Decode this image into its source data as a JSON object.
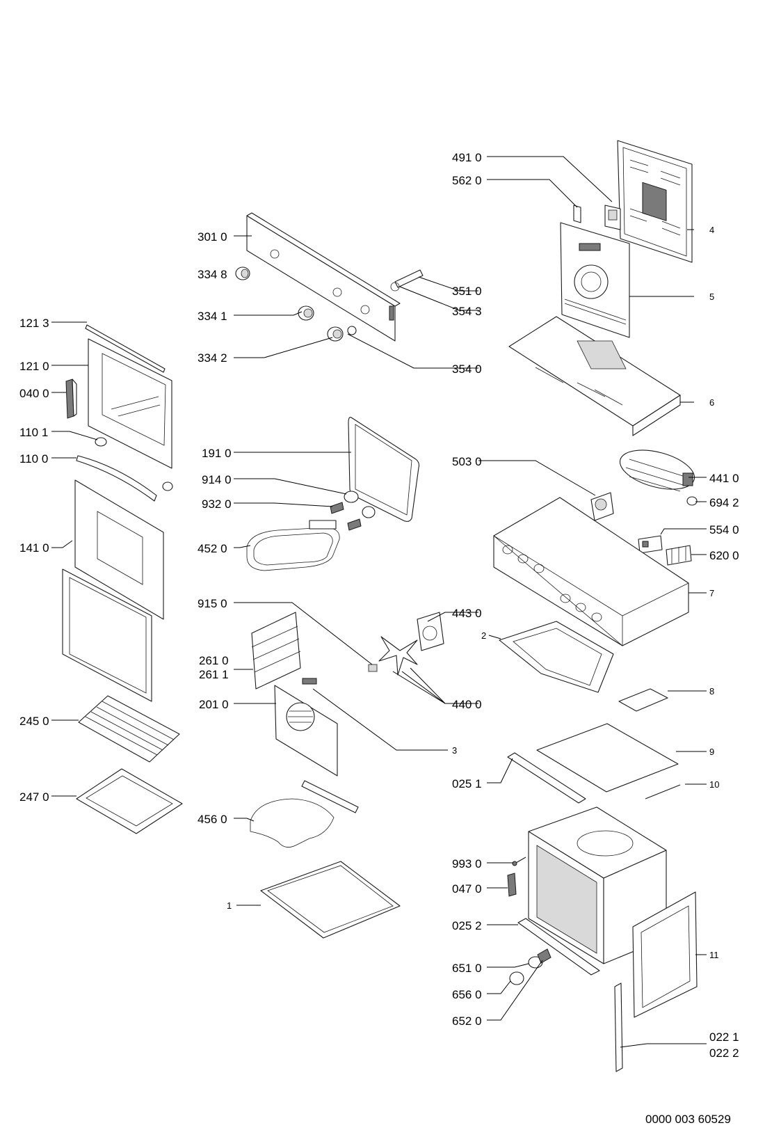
{
  "document_number": "0000 003 60529",
  "part_numbers": {
    "p4910": "491 0",
    "p5620": "562 0",
    "p4": "4",
    "p5": "5",
    "p6": "6",
    "p3010": "301 0",
    "p3348": "334 8",
    "p3341": "334 1",
    "p3342": "334 2",
    "p3510": "351 0",
    "p3543": "354 3",
    "p3540": "354 0",
    "p1213": "121 3",
    "p1210": "121 0",
    "p0400": "040 0",
    "p1101": "110 1",
    "p1100": "110 0",
    "p1410": "141 0",
    "p1910": "191 0",
    "p9140": "914 0",
    "p9320": "932 0",
    "p4520": "452 0",
    "p5030": "503 0",
    "p4410": "441 0",
    "p6942": "694 2",
    "p5540": "554 0",
    "p6200": "620 0",
    "p7": "7",
    "p9150": "915 0",
    "p4430": "443 0",
    "p2610": "261 0",
    "p2611": "261 1",
    "p2010": "201 0",
    "p4400": "440 0",
    "p2": "2",
    "p3": "3",
    "p8": "8",
    "p9": "9",
    "p10": "10",
    "p11": "11",
    "p1": "1",
    "p2450": "245 0",
    "p2470": "247 0",
    "p4560": "456 0",
    "p0251": "025 1",
    "p9930": "993 0",
    "p0470": "047 0",
    "p0252": "025 2",
    "p6510": "651 0",
    "p6560": "656 0",
    "p6520": "652 0",
    "p0221": "022 1",
    "p0222": "022 2"
  }
}
